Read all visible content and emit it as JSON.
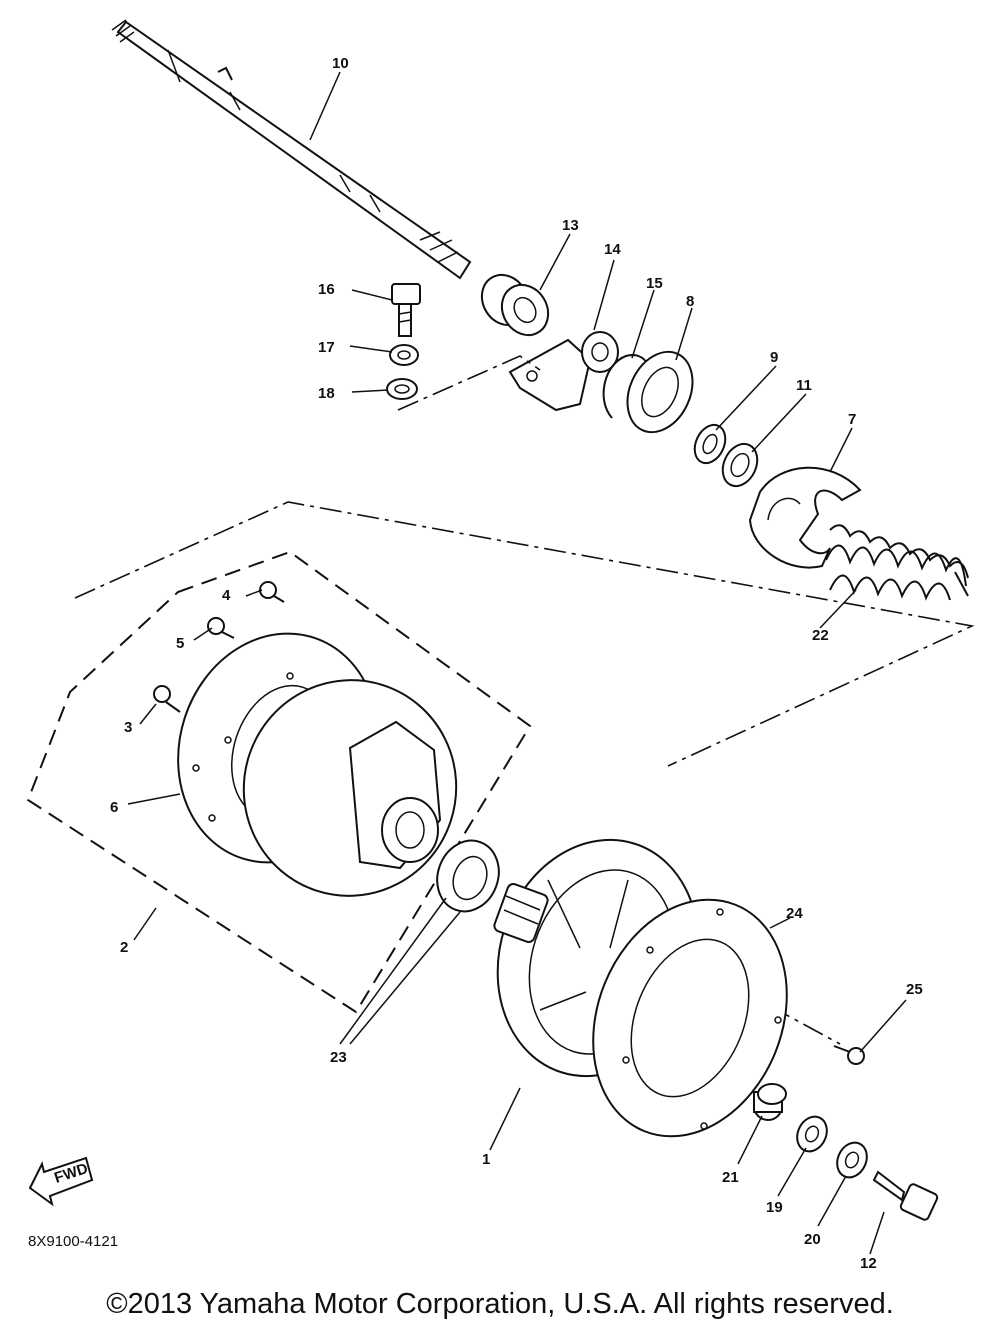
{
  "callouts": [
    "1",
    "2",
    "3",
    "4",
    "5",
    "6",
    "7",
    "8",
    "9",
    "10",
    "11",
    "12",
    "13",
    "14",
    "15",
    "16",
    "17",
    "18",
    "19",
    "20",
    "21",
    "22",
    "23",
    "24",
    "25"
  ],
  "fwd_label": "FWD",
  "ref_code": "8X9100-4121",
  "copyright": "©2013 Yamaha Motor Corporation, U.S.A. All rights reserved."
}
